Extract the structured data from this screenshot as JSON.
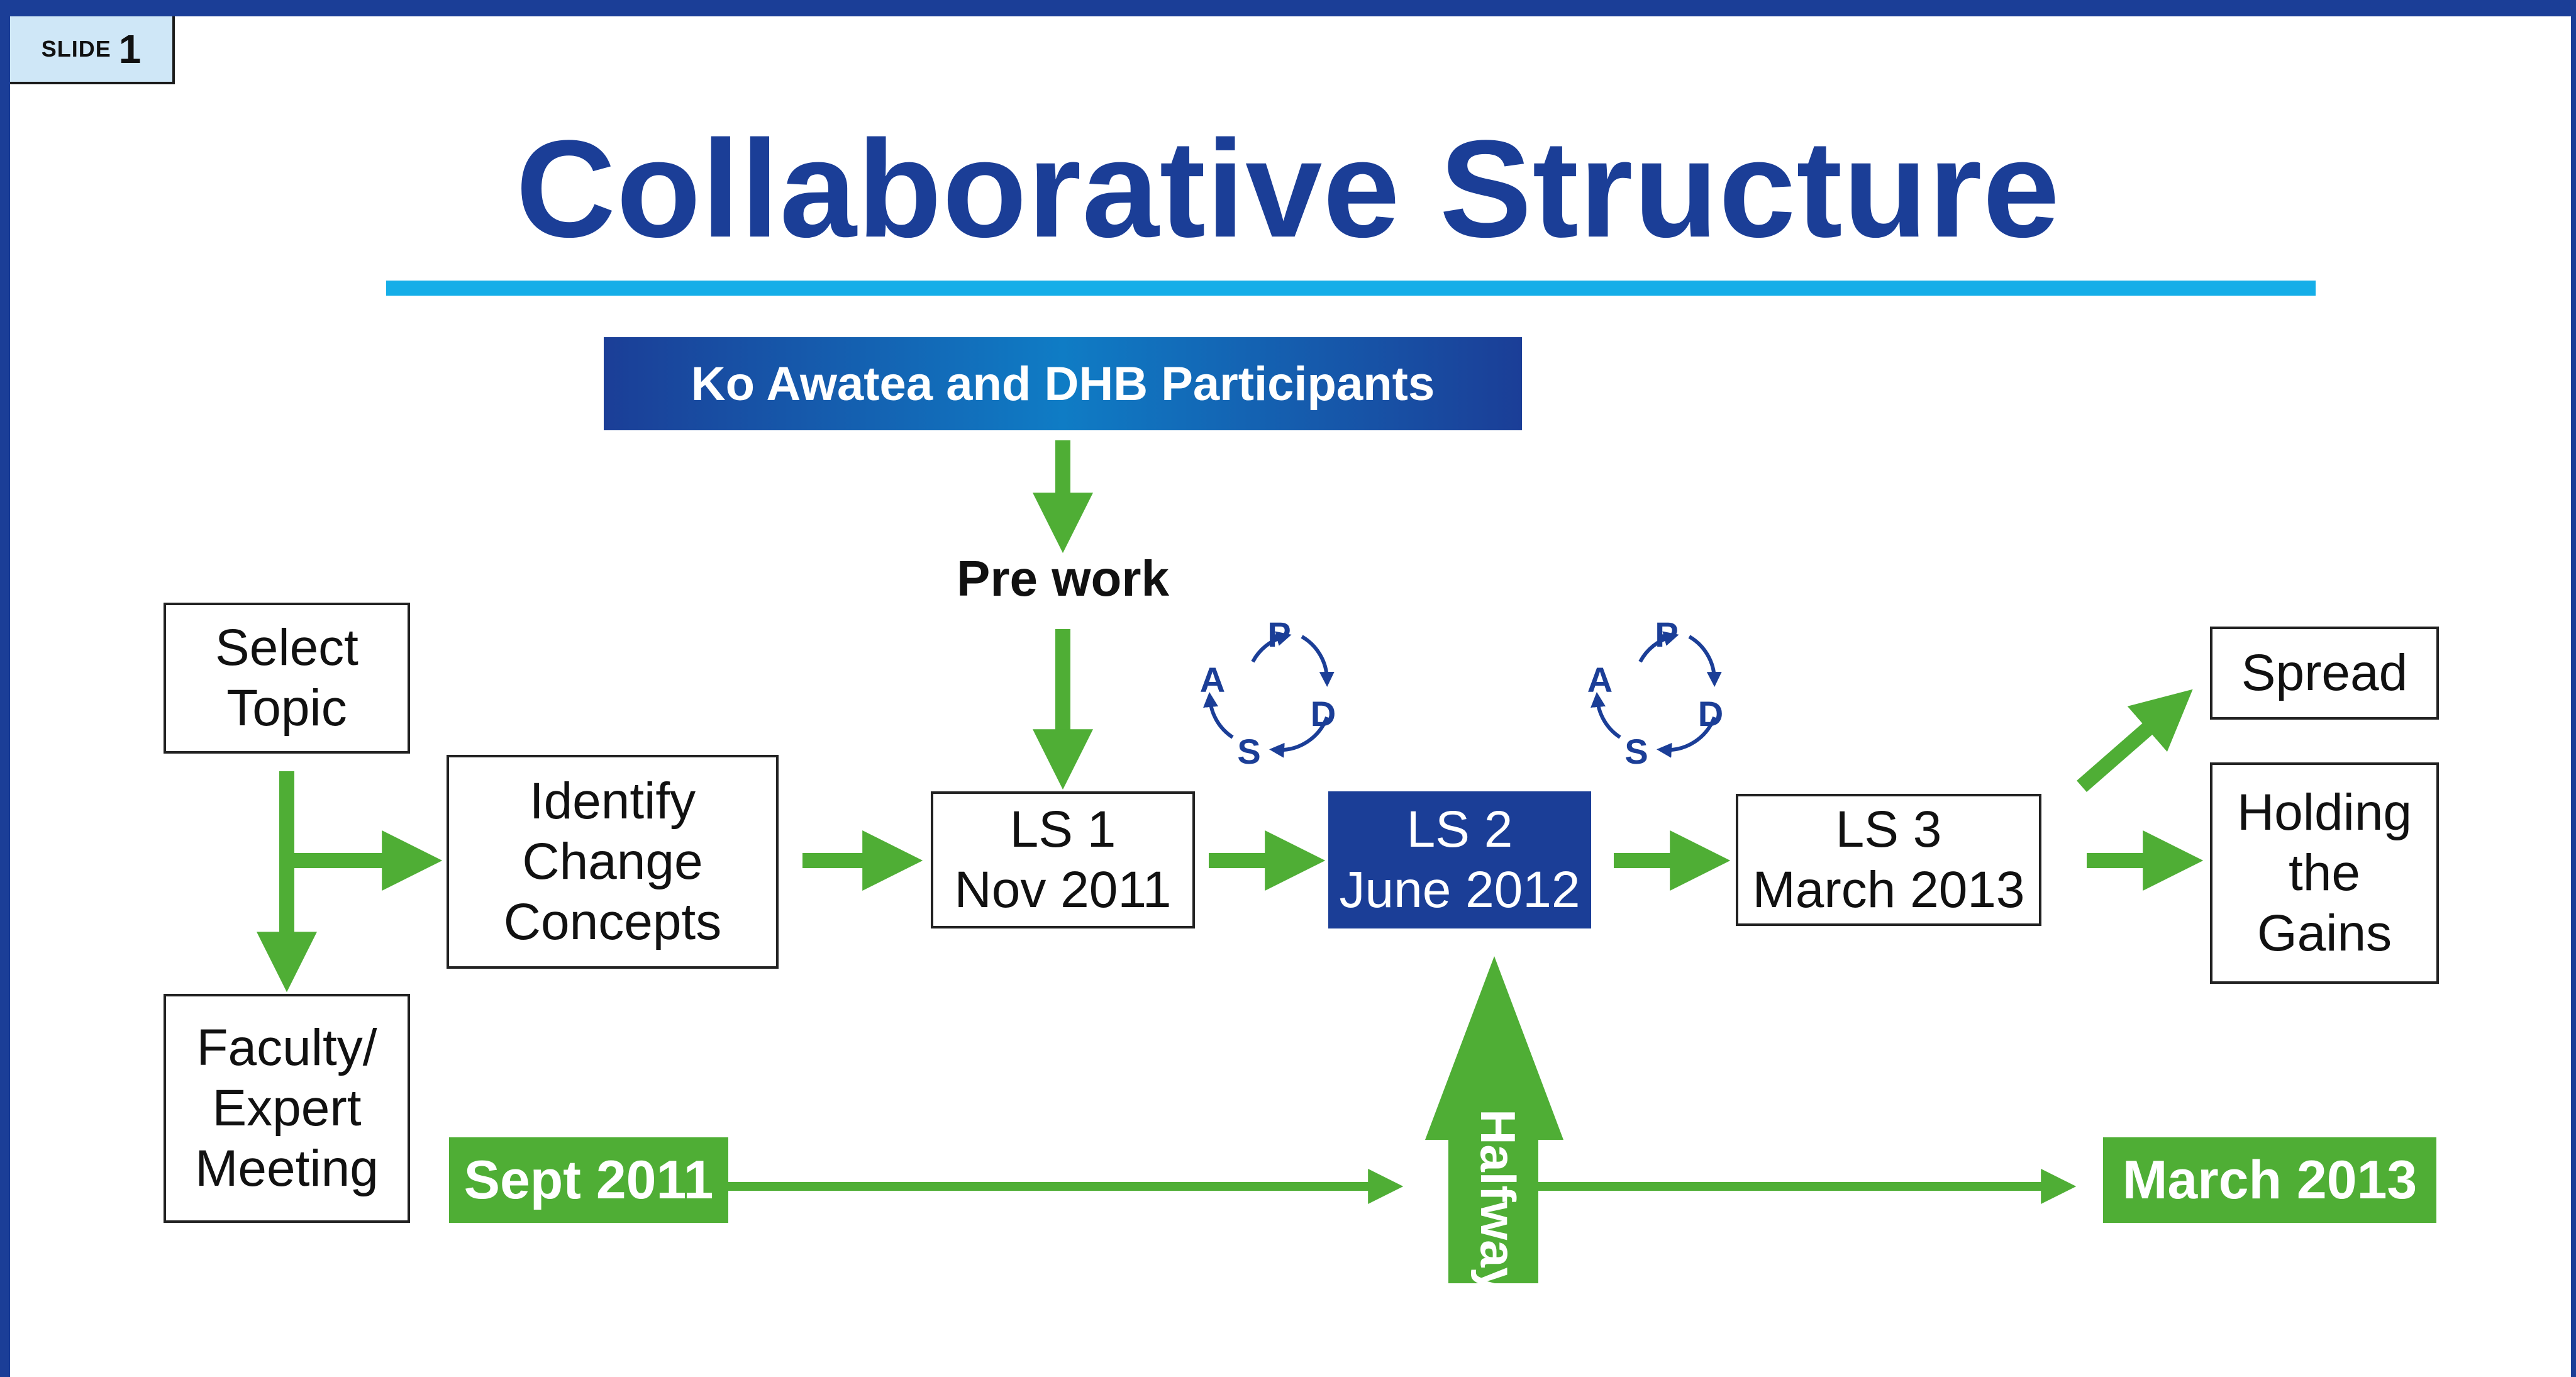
{
  "slide_tag": {
    "word": "SLIDE",
    "number": "1"
  },
  "title": "Collaborative Structure",
  "participants_label": "Ko Awatea and DHB Participants",
  "prework_label": "Pre work",
  "boxes": {
    "select_topic": "Select\nTopic",
    "faculty": "Faculty/\nExpert\nMeeting",
    "identify": "Identify\nChange\nConcepts",
    "ls1": "LS 1\nNov 2011",
    "ls2": "LS 2\nJune 2012",
    "ls3": "LS 3\nMarch 2013",
    "spread": "Spread",
    "holding": "Holding\nthe\nGains"
  },
  "timeline": {
    "start": "Sept 2011",
    "middle": "Halfway",
    "end": "March 2013"
  },
  "pdsa_letters": {
    "p": "P",
    "d": "D",
    "s": "S",
    "a": "A"
  },
  "colors": {
    "navy": "#1B3E97",
    "green": "#4FAE35",
    "cyan": "#15AEE8"
  }
}
